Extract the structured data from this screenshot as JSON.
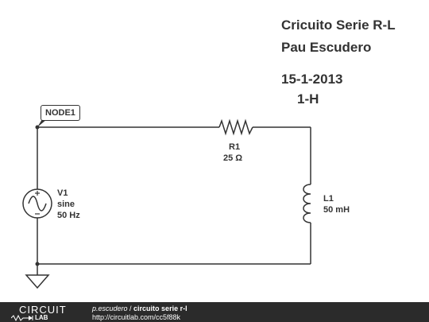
{
  "title": {
    "line1": "Cricuito Serie R-L",
    "line2": "Pau Escudero",
    "line3": "15-1-2013",
    "line4": "1-H"
  },
  "node": {
    "label": "NODE1"
  },
  "components": {
    "resistor": {
      "name": "R1",
      "value": "25 Ω"
    },
    "inductor": {
      "name": "L1",
      "value": "50 mH"
    },
    "source": {
      "name": "V1",
      "type": "sine",
      "frequency": "50 Hz"
    }
  },
  "footer": {
    "logo_top": "CIRCUIT",
    "logo_bottom": "LAB",
    "author": "p.escudero",
    "separator": " / ",
    "project": "circuito serie r-l",
    "url": "http://circuitlab.com/cc5f88k"
  },
  "colors": {
    "wire": "#333333",
    "text": "#333333",
    "footer_bg": "#2b2b2b"
  }
}
